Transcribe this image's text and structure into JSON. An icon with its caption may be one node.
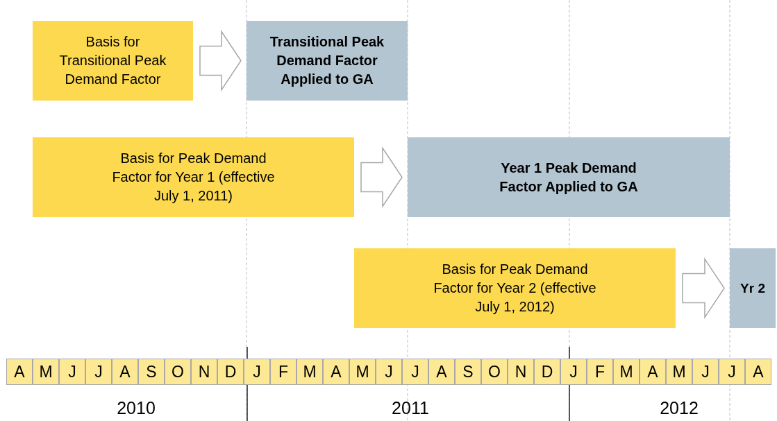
{
  "diagram": {
    "nodes": [
      {
        "text": [
          "Basis for Transitional Peak Demand Factor"
        ]
      },
      {
        "text": [
          "Transitional Peak Demand Factor Applied to GA"
        ]
      },
      {
        "text": [
          "Basis for Peak Demand Factor for Year 1 (effective July 1, 2011)"
        ]
      },
      {
        "text": [
          "Year 1 Peak Demand Factor Applied to GA"
        ]
      },
      {
        "text": [
          "Basis for Peak Demand Factor for Year 2 (effective July 1, 2012)"
        ]
      },
      {
        "text": [
          "Yr 2"
        ]
      }
    ],
    "edges": [
      {
        "from": 0,
        "to": 1,
        "arrow": "to"
      },
      {
        "from": 2,
        "to": 3,
        "arrow": "to"
      },
      {
        "from": 4,
        "to": 5,
        "arrow": "to"
      }
    ],
    "labels": [
      "A",
      "M",
      "J",
      "J",
      "A",
      "S",
      "O",
      "N",
      "D",
      "J",
      "F",
      "M",
      "A",
      "M",
      "J",
      "J",
      "A",
      "S",
      "O",
      "N",
      "D",
      "J",
      "F",
      "M",
      "A",
      "M",
      "J",
      "J",
      "A",
      "2010",
      "2011",
      "2012"
    ]
  }
}
